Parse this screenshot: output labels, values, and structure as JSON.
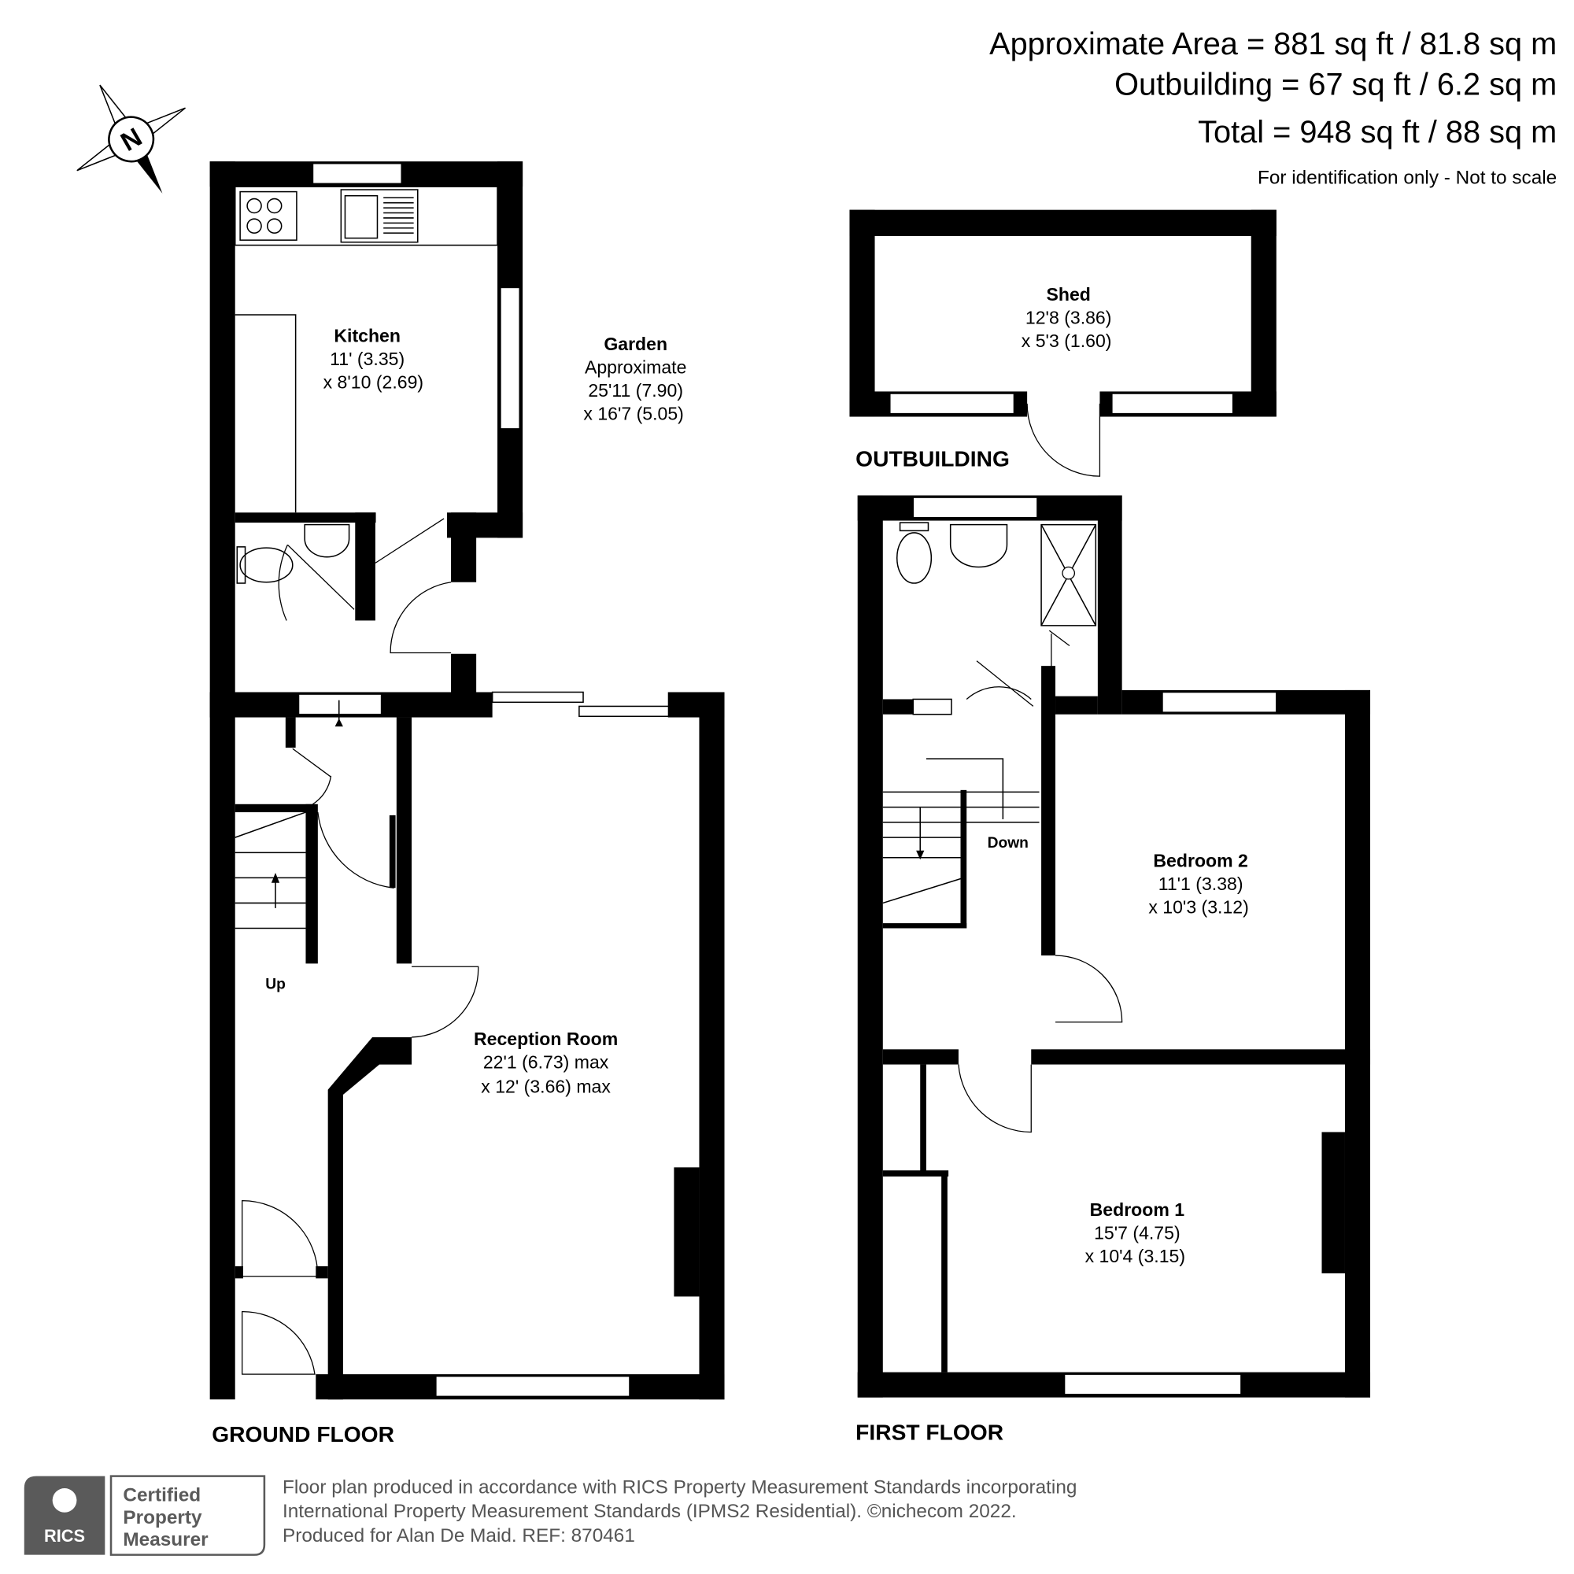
{
  "areas": {
    "approximate": "Approximate Area = 881 sq ft / 81.8 sq m",
    "outbuilding": "Outbuilding = 67 sq ft / 6.2 sq m",
    "total": "Total = 948 sq ft / 88 sq m",
    "note": "For identification only - Not to scale"
  },
  "compass": {
    "label": "N",
    "icon": "north-compass-icon"
  },
  "ground_floor": {
    "title": "GROUND FLOOR",
    "kitchen": {
      "name": "Kitchen",
      "dim1": "11' (3.35)",
      "dim2": "x 8'10 (2.69)"
    },
    "garden": {
      "name": "Garden",
      "line1": "Approximate",
      "dim1": "25'11 (7.90)",
      "dim2": "x 16'7 (5.05)"
    },
    "reception": {
      "name": "Reception Room",
      "dim1": "22'1 (6.73) max",
      "dim2": "x 12' (3.66) max"
    },
    "stairs_label": "Up"
  },
  "outbuilding": {
    "title": "OUTBUILDING",
    "shed": {
      "name": "Shed",
      "dim1": "12'8 (3.86)",
      "dim2": "x 5'3 (1.60)"
    }
  },
  "first_floor": {
    "title": "FIRST FLOOR",
    "bedroom2": {
      "name": "Bedroom 2",
      "dim1": "11'1 (3.38)",
      "dim2": "x 10'3 (3.12)"
    },
    "bedroom1": {
      "name": "Bedroom 1",
      "dim1": "15'7 (4.75)",
      "dim2": "x 10'4 (3.15)"
    },
    "stairs_label": "Down"
  },
  "footer": {
    "badge_org": "RICS",
    "badge_line1": "Certified",
    "badge_line2": "Property",
    "badge_line3": "Measurer",
    "line1": "Floor plan produced in accordance with RICS Property Measurement Standards incorporating",
    "line2": "International Property Measurement Standards (IPMS2 Residential).   ©nichecom 2022.",
    "line3": "Produced for Alan De Maid.   REF: 870461"
  },
  "colors": {
    "wall": "#000000",
    "footer_text": "#555555",
    "badge": "#5a5a5a"
  }
}
